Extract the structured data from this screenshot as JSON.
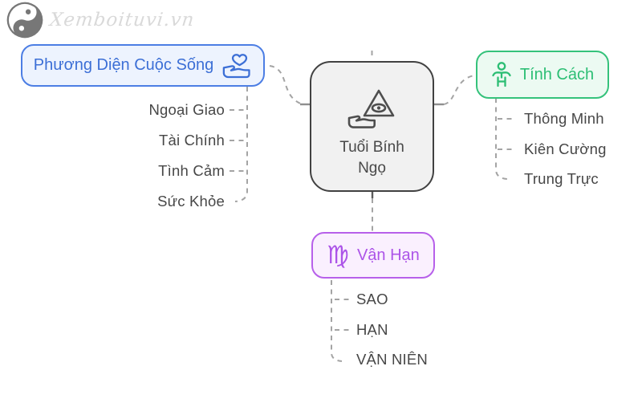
{
  "watermark": {
    "logo": "yin-yang-icon",
    "text": "Xemboituvi.vn"
  },
  "root": {
    "label": "Tuổi Bính Ngọ",
    "icon": "eye-pyramid-hand-icon"
  },
  "branches": {
    "life": {
      "label": "Phương Diện Cuộc Sống",
      "icon": "hand-heart-icon",
      "children": [
        "Ngoại Giao",
        "Tài Chính",
        "Tình Cảm",
        "Sức Khỏe"
      ]
    },
    "personality": {
      "label": "Tính Cách",
      "icon": "person-icon",
      "children": [
        "Thông Minh",
        "Kiên Cường",
        "Trung Trực"
      ]
    },
    "fortune": {
      "label": "Vận Hạn",
      "icon": "virgo-icon",
      "symbol": "♍",
      "children": [
        "SAO",
        "HẠN",
        "VẬN NIÊN"
      ]
    }
  },
  "colors": {
    "blue_border": "#4c7ee4",
    "blue_bg": "#edf3fe",
    "blue_text": "#3c6fd6",
    "green_border": "#35c27b",
    "green_bg": "#ecfaf2",
    "green_text": "#2cbe74",
    "purple_border": "#b760ea",
    "purple_bg": "#faf0fe",
    "purple_text": "#ac54e8",
    "root_border": "#414141",
    "root_bg": "#f1f1f1",
    "root_text": "#484848",
    "item_text": "#474747",
    "connector": "#a4a4a4",
    "stub": "#8f8f8f",
    "stem": "#5c5c5c",
    "background": "#ffffff",
    "watermark_text": "#d9d9d9",
    "watermark_logo": "#5a5a5a"
  }
}
